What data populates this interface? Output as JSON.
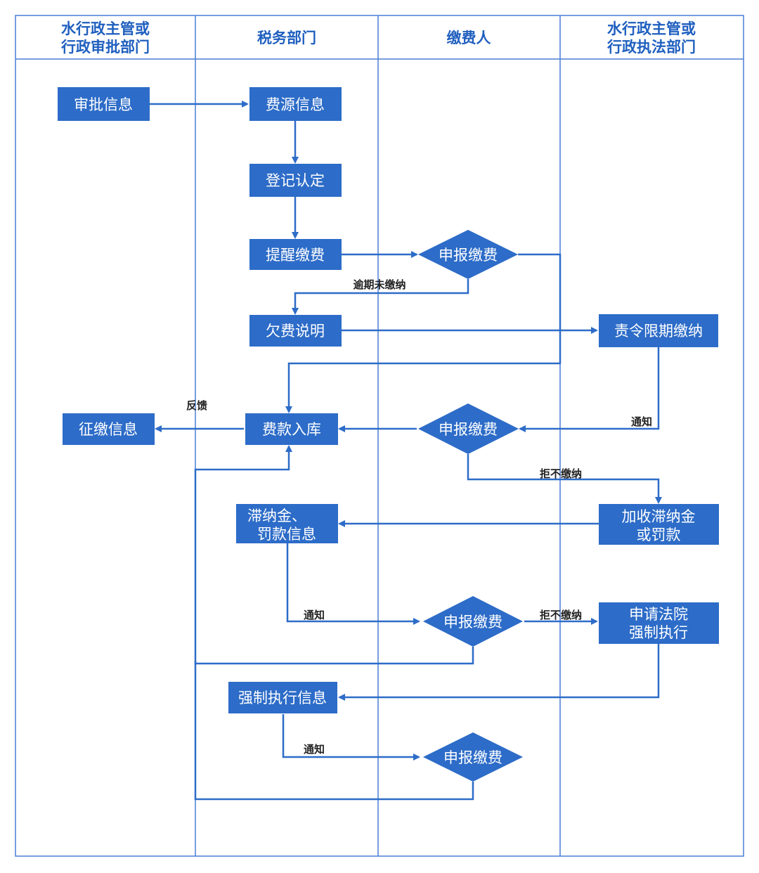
{
  "lanes": [
    {
      "title_line1": "水行政主管或",
      "title_line2": "行政审批部门"
    },
    {
      "title_line1": "税务部门",
      "title_line2": ""
    },
    {
      "title_line1": "缴费人",
      "title_line2": ""
    },
    {
      "title_line1": "水行政主管或",
      "title_line2": "行政执法部门"
    }
  ],
  "nodes": {
    "approval_info": "审批信息",
    "fee_source_info": "费源信息",
    "registration": "登记认定",
    "payment_reminder": "提醒缴费",
    "declare_payment_1": "申报缴费",
    "arrears_explanation": "欠费说明",
    "order_deadline_payment": "责令限期缴纳",
    "collection_info": "征缴信息",
    "fee_storage": "费款入库",
    "declare_payment_2": "申报缴费",
    "late_fee_info_line1": "滞纳金、",
    "late_fee_info_line2": "罚款信息",
    "add_late_fee_line1": "加收滞纳金",
    "add_late_fee_line2": "或罚款",
    "declare_payment_3": "申报缴费",
    "court_enforcement_line1": "申请法院",
    "court_enforcement_line2": "强制执行",
    "enforcement_info": "强制执行信息",
    "declare_payment_4": "申报缴费"
  },
  "edge_labels": {
    "overdue_unpaid": "逾期未缴纳",
    "feedback": "反馈",
    "notify_1": "通知",
    "refuse_1": "拒不缴纳",
    "notify_2": "通知",
    "refuse_2": "拒不缴纳",
    "notify_3": "通知"
  },
  "colors": {
    "node_fill": "#2d6cc8",
    "lane_title": "#1f5fbf",
    "lane_border": "#4a7fd6"
  }
}
